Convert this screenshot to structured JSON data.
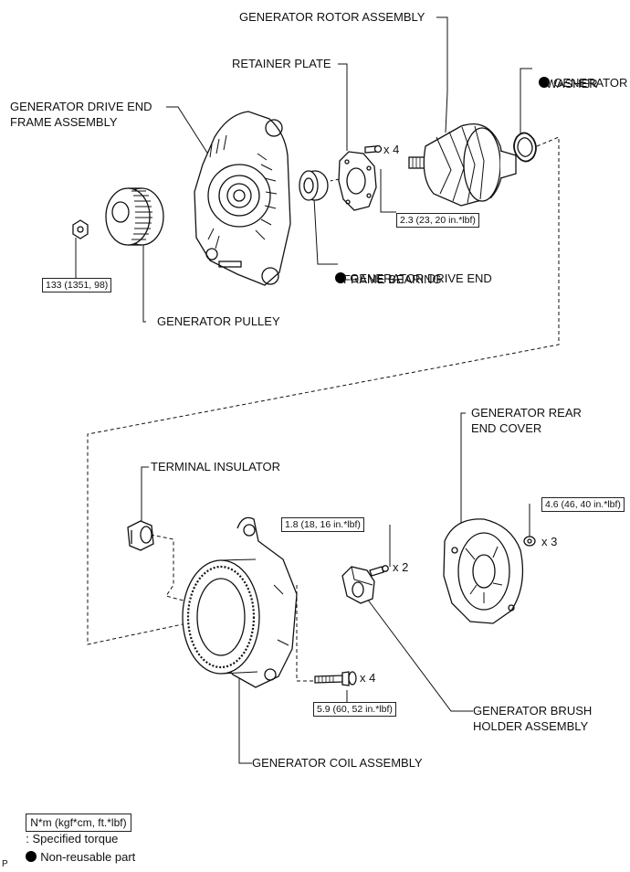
{
  "labels": {
    "rotor": "GENERATOR ROTOR ASSEMBLY",
    "retainer": "RETAINER PLATE",
    "washer_l1": "GENERATOR",
    "washer_l2": "WASHER",
    "drive_end_l1": "GENERATOR DRIVE END",
    "drive_end_l2": "FRAME ASSEMBLY",
    "bearing_l1": "GENERATOR DRIVE END",
    "bearing_l2": "FRAME BEARING",
    "pulley": "GENERATOR PULLEY",
    "rear_cover_l1": "GENERATOR REAR",
    "rear_cover_l2": "END COVER",
    "insulator": "TERMINAL INSULATOR",
    "brush_l1": "GENERATOR BRUSH",
    "brush_l2": "HOLDER ASSEMBLY",
    "coil": "GENERATOR COIL ASSEMBLY"
  },
  "torques": {
    "retainer": "2.3 (23, 20 in.*lbf)",
    "pulley": "133 (1351, 98)",
    "brush": "1.8 (18, 16 in.*lbf)",
    "cover": "4.6 (46, 40 in.*lbf)",
    "coil": "5.9 (60, 52 in.*lbf)"
  },
  "quantities": {
    "retainer": "x 4",
    "brush": "x 2",
    "cover": "x 3",
    "coil": "x 4"
  },
  "legend": {
    "torque_box": "N*m (kgf*cm, ft.*lbf)",
    "torque_text": ": Specified torque",
    "nonreusable_text": "Non-reusable part"
  },
  "page_marker": "P"
}
